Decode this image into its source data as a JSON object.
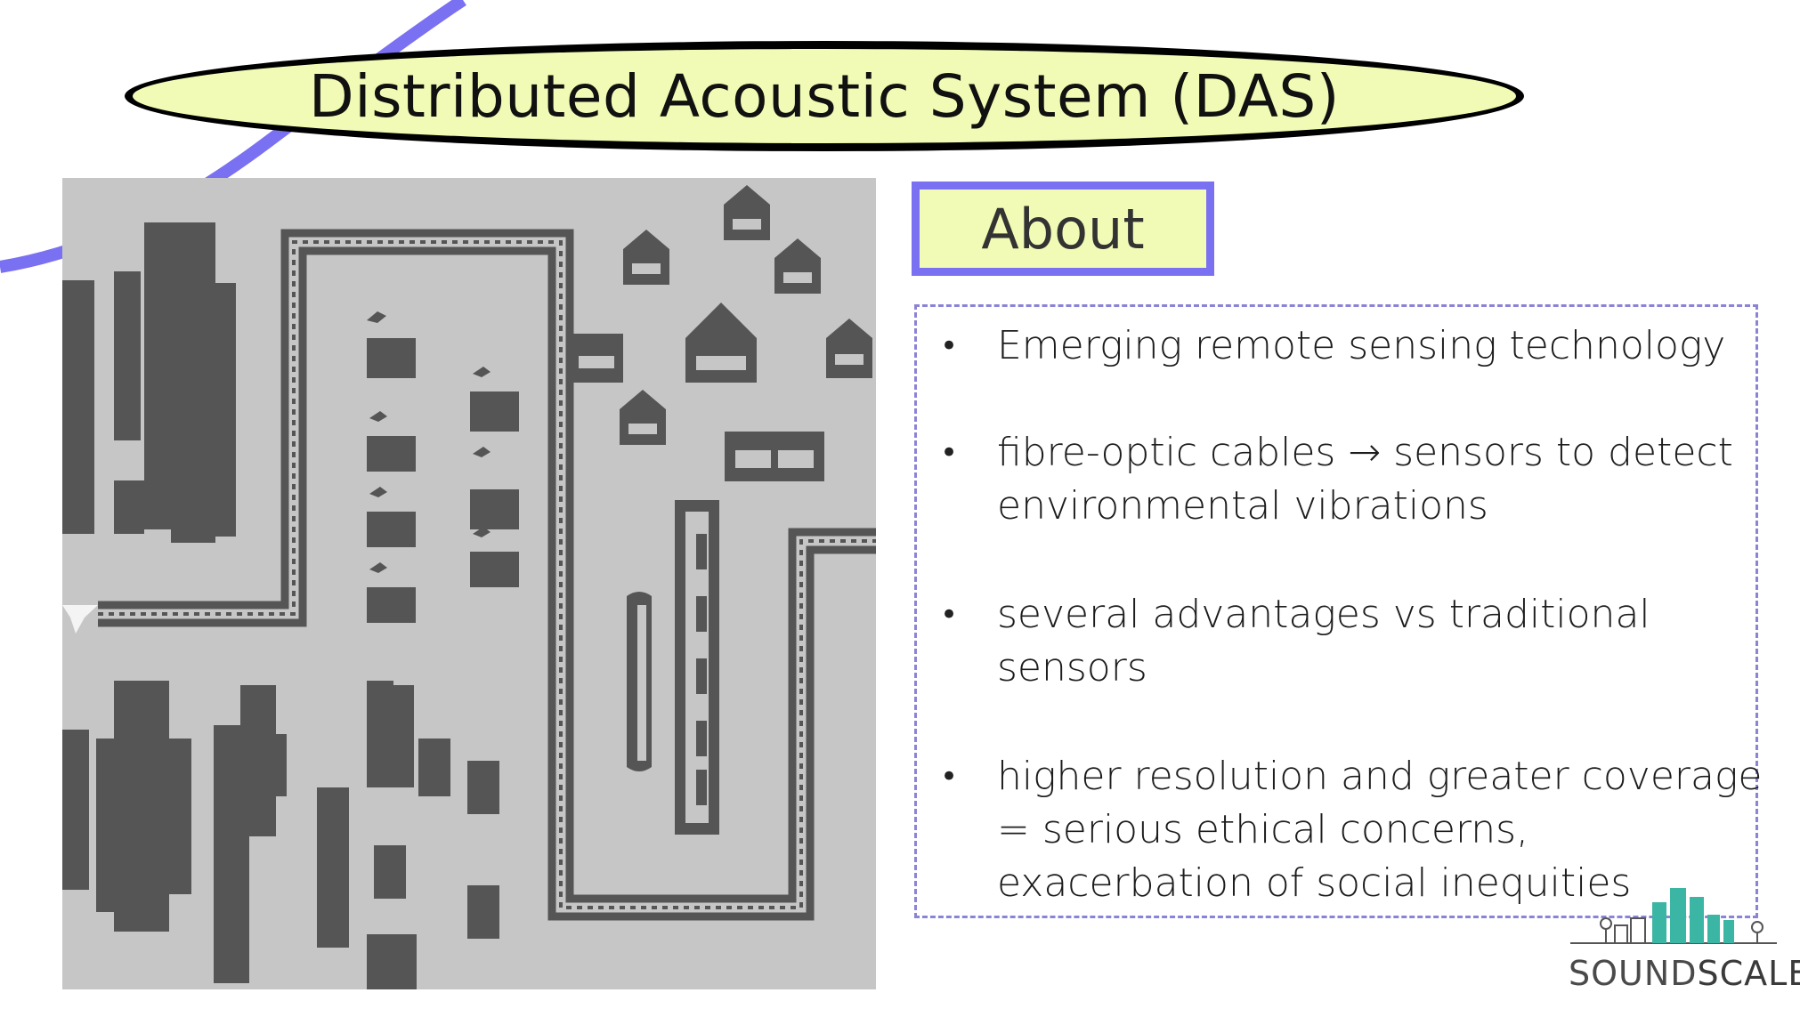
{
  "slide": {
    "title": "Distributed Acoustic System (DAS)",
    "about_label": "About",
    "bullets": [
      "Emerging remote sensing technology",
      "fibre-optic cables → sensors to detect environmental vibrations",
      "several advantages vs traditional sensors",
      "higher resolution and greater coverage = serious ethical concerns, exacerbation of social inequities"
    ],
    "bullet_glyph": "•"
  },
  "logo": {
    "part1": "SOUND",
    "part2": "SCALE"
  },
  "colors": {
    "title_fill": "#f2fbb5",
    "accent_purple": "#7a70f2",
    "map_background": "#c6c6c6",
    "map_ink": "#555555",
    "logo_teal": "#3cb6a4"
  }
}
